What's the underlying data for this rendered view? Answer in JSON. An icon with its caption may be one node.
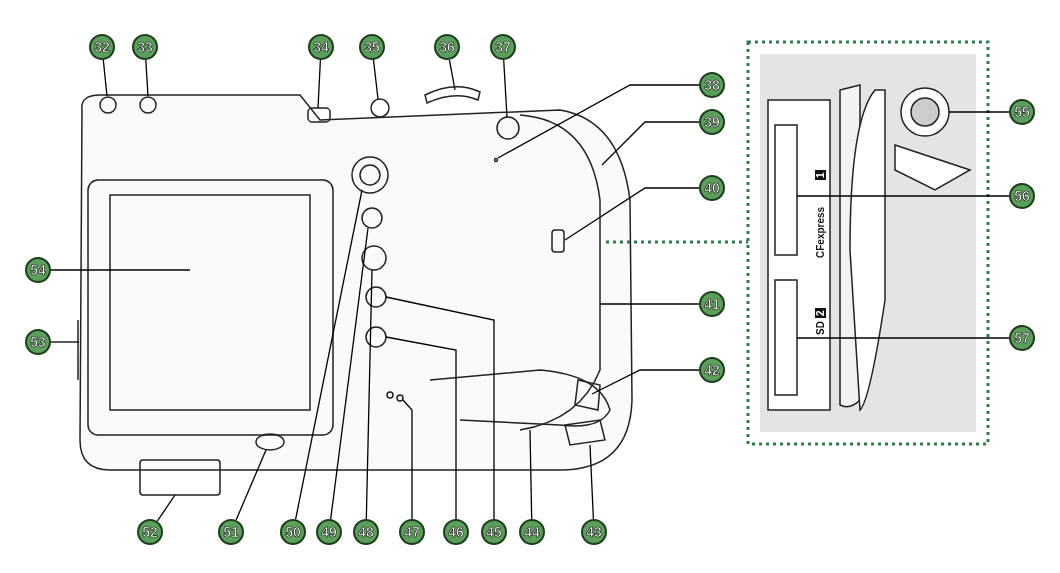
{
  "diagram": {
    "nodes": [
      {
        "text": [
          "32"
        ]
      },
      {
        "text": [
          "33"
        ]
      },
      {
        "text": [
          "34"
        ]
      },
      {
        "text": [
          "35"
        ]
      },
      {
        "text": [
          "36"
        ]
      },
      {
        "text": [
          "37"
        ]
      },
      {
        "text": [
          "38"
        ]
      },
      {
        "text": [
          "39"
        ]
      },
      {
        "text": [
          "40"
        ]
      },
      {
        "text": [
          "41"
        ]
      },
      {
        "text": [
          "42"
        ]
      },
      {
        "text": [
          "43"
        ]
      },
      {
        "text": [
          "44"
        ]
      },
      {
        "text": [
          "45"
        ]
      },
      {
        "text": [
          "46"
        ]
      },
      {
        "text": [
          "47"
        ]
      },
      {
        "text": [
          "48"
        ]
      },
      {
        "text": [
          "49"
        ]
      },
      {
        "text": [
          "50"
        ]
      },
      {
        "text": [
          "51"
        ]
      },
      {
        "text": [
          "52"
        ]
      },
      {
        "text": [
          "53"
        ]
      },
      {
        "text": [
          "54"
        ]
      },
      {
        "text": [
          "55"
        ]
      },
      {
        "text": [
          "56"
        ]
      },
      {
        "text": [
          "57"
        ]
      }
    ],
    "edges": [
      {
        "from": 0,
        "to": null,
        "arrow": "none"
      },
      {
        "from": 1,
        "to": null,
        "arrow": "none"
      },
      {
        "from": 2,
        "to": null,
        "arrow": "none"
      },
      {
        "from": 3,
        "to": null,
        "arrow": "none"
      },
      {
        "from": 4,
        "to": null,
        "arrow": "none"
      },
      {
        "from": 5,
        "to": null,
        "arrow": "none"
      },
      {
        "from": 6,
        "to": null,
        "arrow": "none"
      },
      {
        "from": 7,
        "to": null,
        "arrow": "none"
      },
      {
        "from": 8,
        "to": null,
        "arrow": "none"
      },
      {
        "from": 9,
        "to": null,
        "arrow": "none"
      },
      {
        "from": 10,
        "to": null,
        "arrow": "none"
      },
      {
        "from": 11,
        "to": null,
        "arrow": "none"
      },
      {
        "from": 12,
        "to": null,
        "arrow": "none"
      },
      {
        "from": 13,
        "to": null,
        "arrow": "none"
      },
      {
        "from": 14,
        "to": null,
        "arrow": "none"
      },
      {
        "from": 15,
        "to": null,
        "arrow": "none"
      },
      {
        "from": 16,
        "to": null,
        "arrow": "none"
      },
      {
        "from": 17,
        "to": null,
        "arrow": "none"
      },
      {
        "from": 18,
        "to": null,
        "arrow": "none"
      },
      {
        "from": 19,
        "to": null,
        "arrow": "none"
      },
      {
        "from": 20,
        "to": null,
        "arrow": "none"
      },
      {
        "from": 21,
        "to": null,
        "arrow": "none"
      },
      {
        "from": 22,
        "to": null,
        "arrow": "none"
      },
      {
        "from": 23,
        "to": null,
        "arrow": "none"
      },
      {
        "from": 24,
        "to": null,
        "arrow": "none"
      },
      {
        "from": 25,
        "to": null,
        "arrow": "none"
      }
    ],
    "labels": [
      "CFexpress",
      "1",
      "SD",
      "2"
    ]
  }
}
